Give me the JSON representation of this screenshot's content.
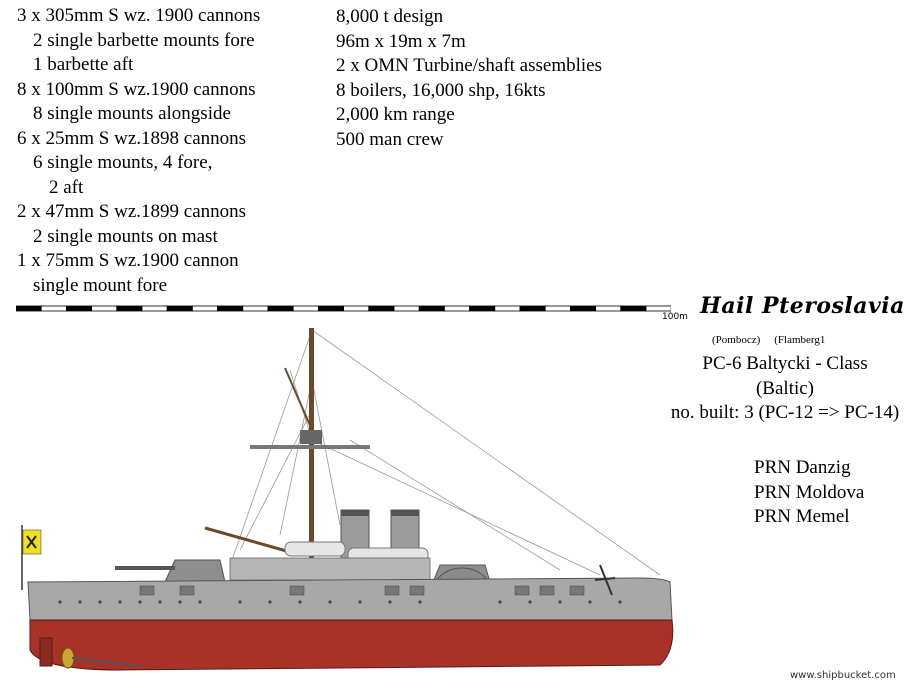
{
  "armament": [
    {
      "text": "3 x 305mm S wz. 1900 cannons",
      "indent": 0
    },
    {
      "text": "2 single barbette mounts fore",
      "indent": 1
    },
    {
      "text": "1 barbette aft",
      "indent": 1
    },
    {
      "text": "8 x 100mm S wz.1900 cannons",
      "indent": 0
    },
    {
      "text": "8 single mounts alongside",
      "indent": 1
    },
    {
      "text": "6 x 25mm S wz.1898 cannons",
      "indent": 0
    },
    {
      "text": "6 single mounts, 4 fore,",
      "indent": 1
    },
    {
      "text": "2 aft",
      "indent": 2
    },
    {
      "text": "2 x 47mm S wz.1899 cannons",
      "indent": 0
    },
    {
      "text": "2 single mounts on mast",
      "indent": 1
    },
    {
      "text": "1 x 75mm S wz.1900 cannon",
      "indent": 0
    },
    {
      "text": "single mount fore",
      "indent": 1
    }
  ],
  "specs": [
    "8,000 t design",
    "96m x 19m x 7m",
    "2 x OMN Turbine/shaft assemblies",
    "8 boilers, 16,000 shp, 16kts",
    "2,000 km range",
    "500 man crew"
  ],
  "title": "Hail Pteroslavia",
  "authors": [
    "(Pombocz)",
    "(Flamberg1"
  ],
  "class_line1": "PC-6 Baltycki - Class",
  "class_line2": "(Baltic)",
  "built": "no. built: 3 (PC-12 => PC-14)",
  "ships": [
    "PRN Danzig",
    "PRN Moldova",
    "PRN Memel"
  ],
  "scale_label": "100m",
  "credit": "www.shipbucket.com",
  "colors": {
    "hull_grey": "#a8a8a8",
    "hull_red": "#a83228",
    "flag_yellow": "#f0e020"
  }
}
